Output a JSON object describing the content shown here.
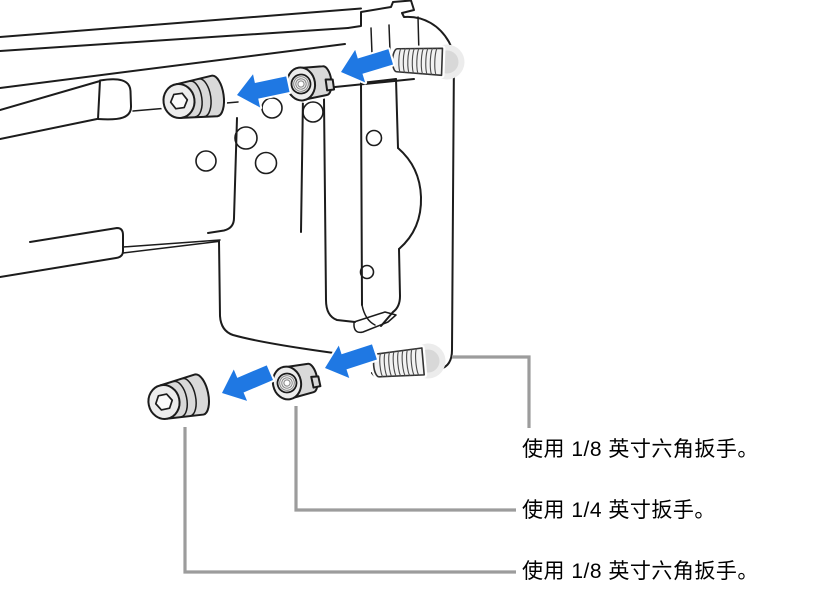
{
  "figure": {
    "labels": {
      "top": "使用 1/8 英寸六角扳手。",
      "middle": "使用 1/4 英寸扳手。",
      "bottom": "使用 1/8 英寸六角扳手。"
    }
  },
  "colors": {
    "arrow_blue": "#1f78e3",
    "callout_gray": "#9c9c9c",
    "line_dark": "#1c1c1c",
    "metal_mid": "#d9d9d9",
    "metal_light": "#ececec",
    "background": "#ffffff",
    "label_text": "#000000"
  }
}
